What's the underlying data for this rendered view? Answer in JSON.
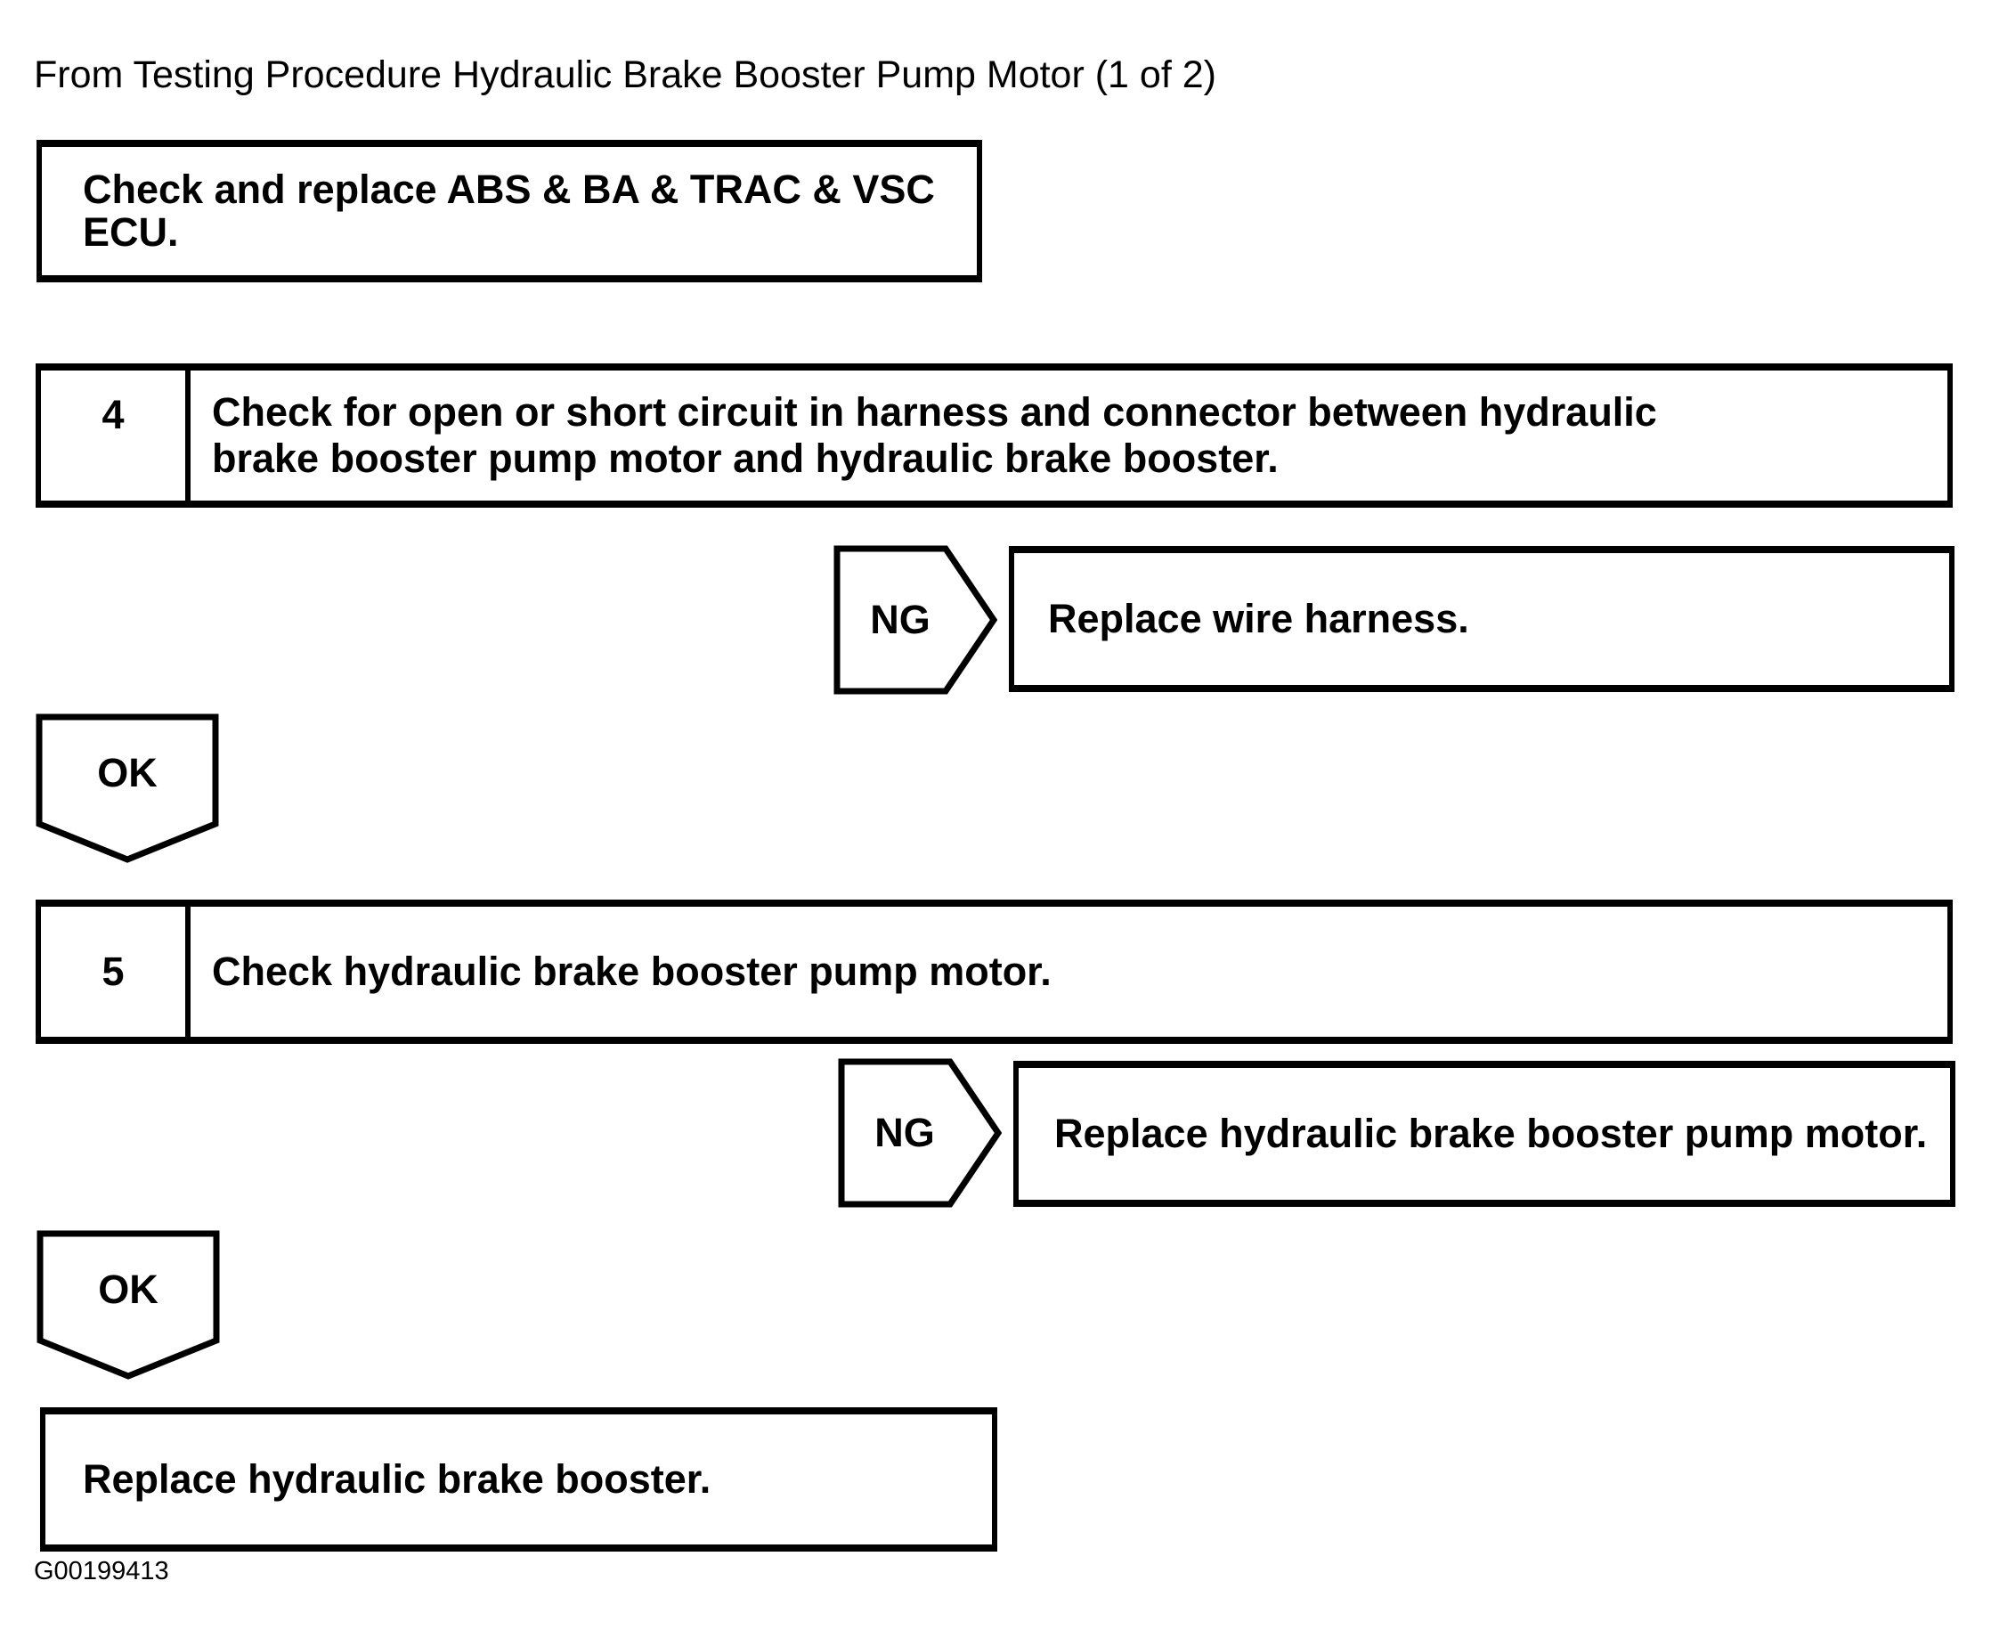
{
  "page": {
    "title": "From Testing Procedure Hydraulic Brake Booster Pump Motor (1 of 2)",
    "figure_id": "G00199413"
  },
  "flowchart": {
    "start_box": {
      "text": "Check and replace ABS & BA & TRAC & VSC\nECU."
    },
    "steps": [
      {
        "number": "4",
        "text": "Check for open or short circuit in harness and connector between hydraulic\nbrake booster pump motor and hydraulic brake booster.",
        "ng_label": "NG",
        "ng_result": "Replace wire harness.",
        "ok_label": "OK"
      },
      {
        "number": "5",
        "text": "Check hydraulic brake booster pump motor.",
        "ng_label": "NG",
        "ng_result": "Replace hydraulic brake booster pump motor.",
        "ok_label": "OK"
      }
    ],
    "end_box": {
      "text": "Replace hydraulic brake booster."
    }
  }
}
